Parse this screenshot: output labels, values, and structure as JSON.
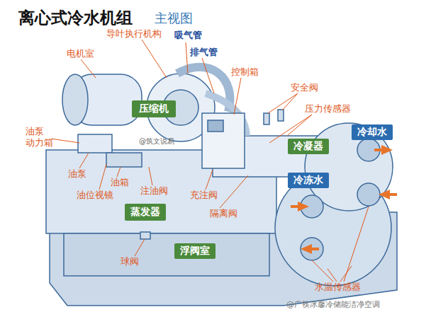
{
  "diagram": {
    "title": "离心式冷水机组",
    "nodes": [
      {
        "text": [
          "压缩机"
        ]
      },
      {
        "text": [
          "冷却水"
        ]
      },
      {
        "text": [
          "冷凝器"
        ]
      },
      {
        "text": [
          "冷冻水"
        ]
      },
      {
        "text": [
          "蒸发器"
        ]
      },
      {
        "text": [
          "浮阀室"
        ]
      }
    ],
    "labels": [
      "主视图",
      "导叶执行机构",
      "吸气管",
      "排气管",
      "电机室",
      "控制箱",
      "安全阀",
      "压力传感器",
      "油泵 动力箱",
      "油泵",
      "油位视镜",
      "油箱",
      "注油阀",
      "充注阀",
      "隔离阀",
      "球阀",
      "水温传感器",
      "@筑文说易",
      "@广筷冰馨冷储能洁净空调"
    ]
  }
}
